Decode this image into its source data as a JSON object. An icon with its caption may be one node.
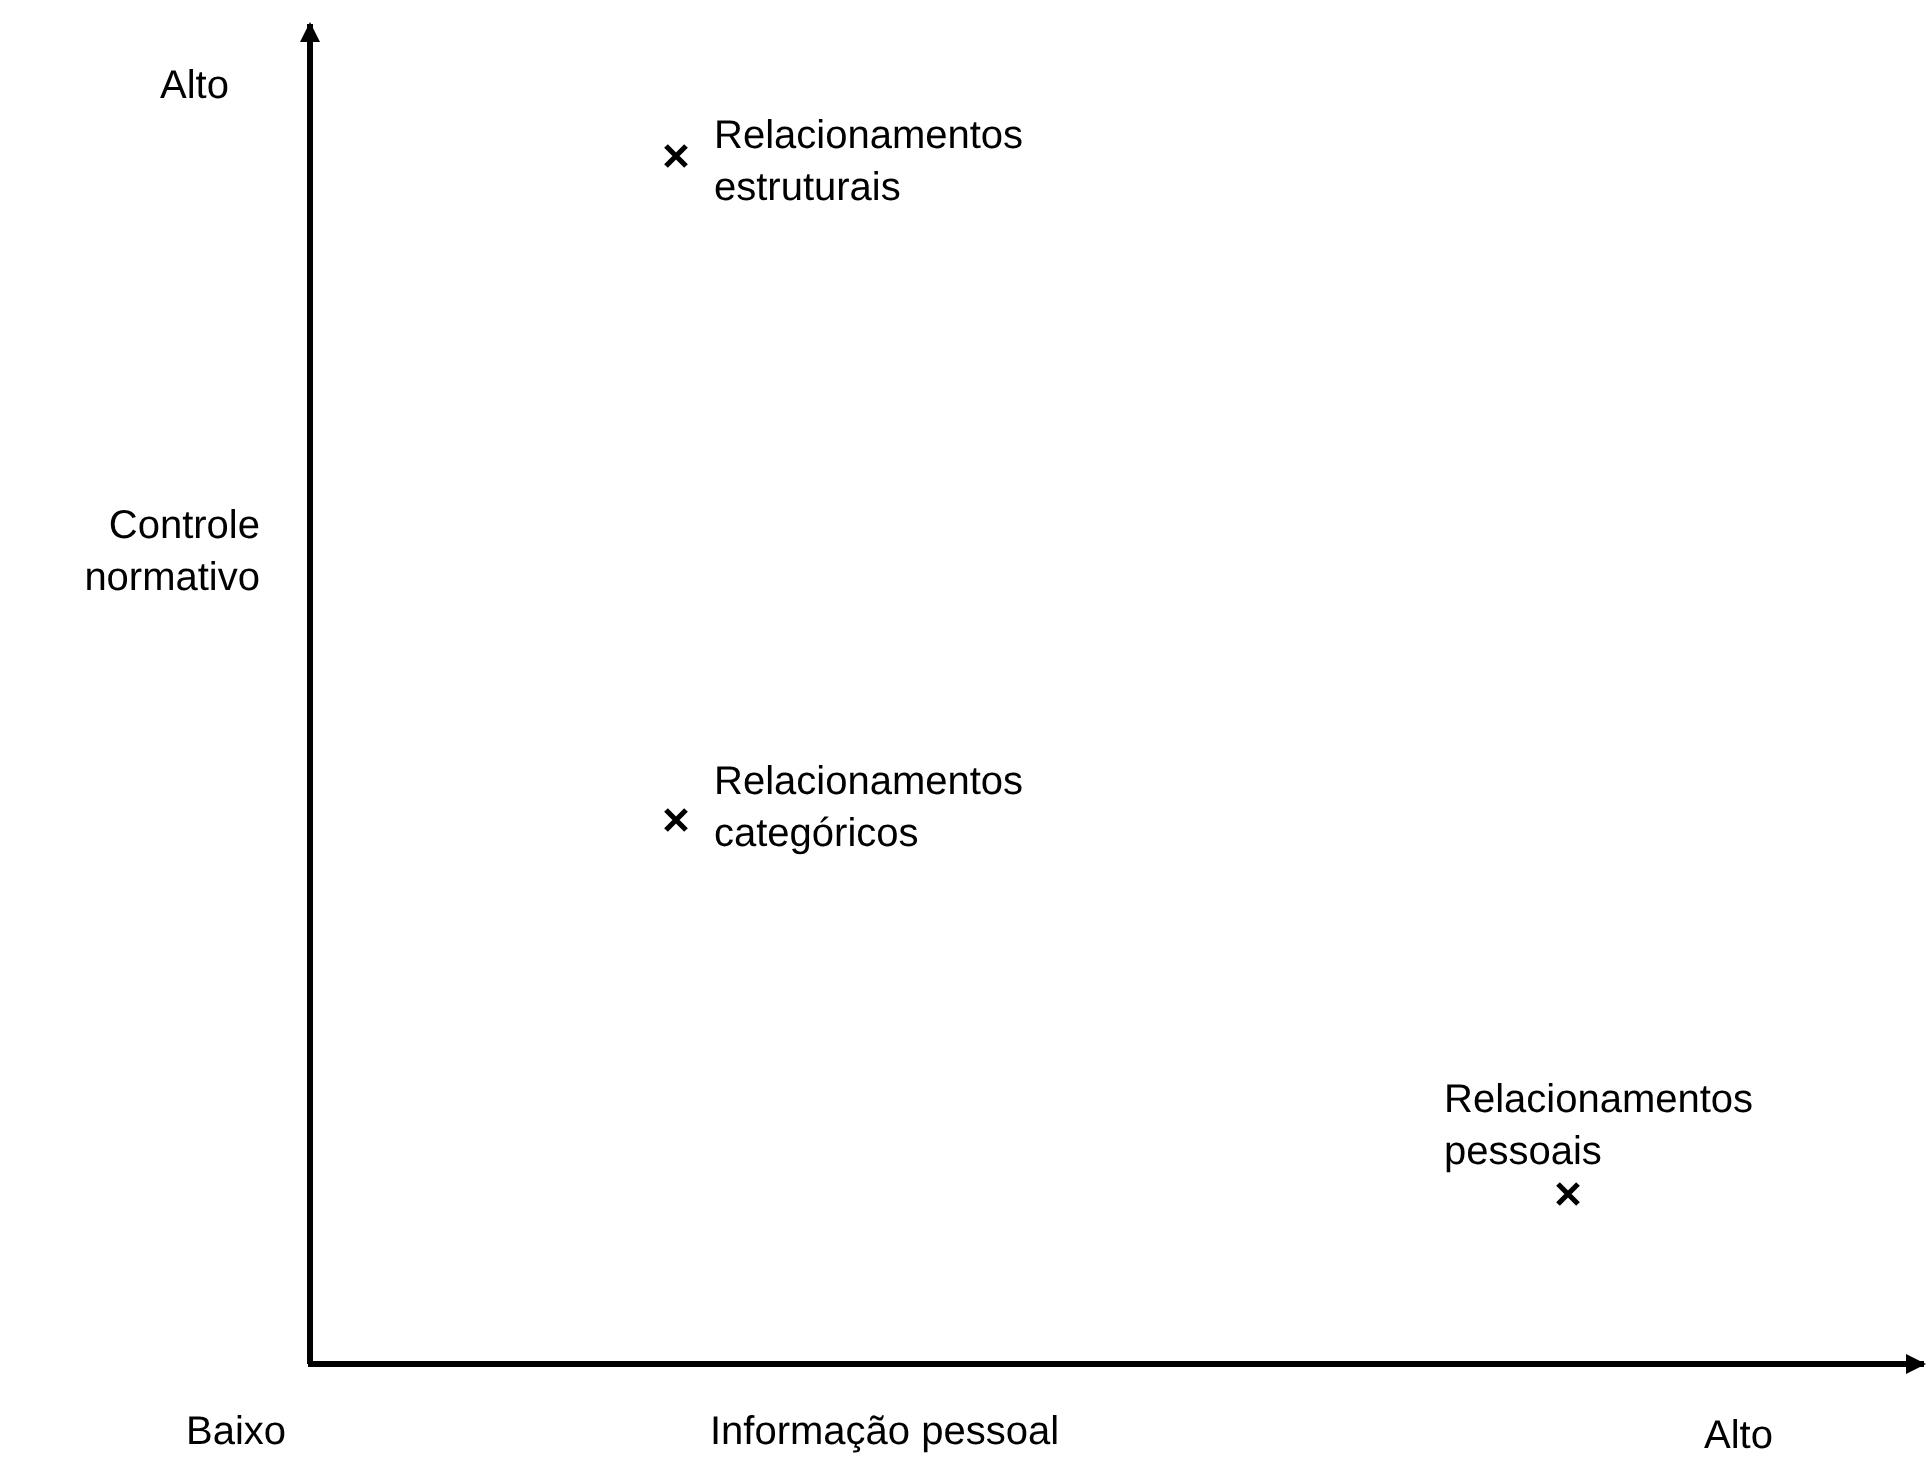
{
  "diagram": {
    "labels": [
      "Alto",
      "Relacionamentos estruturais",
      "Controle normativo",
      "Relacionamentos categóricos",
      "Relacionamentos pessoais",
      "Baixo",
      "Informação pessoal",
      "Alto"
    ]
  }
}
